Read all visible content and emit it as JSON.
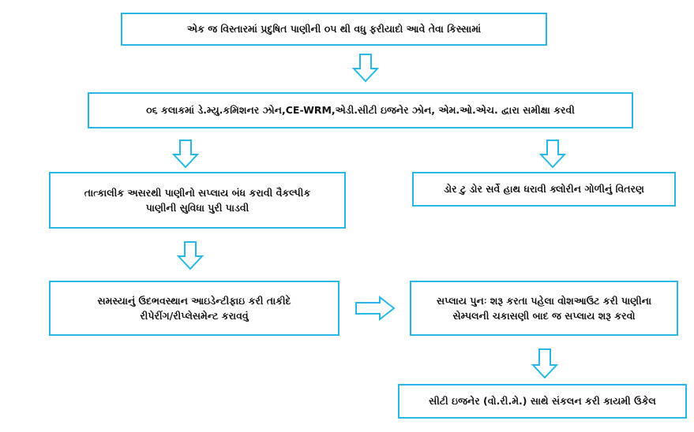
{
  "diagram": {
    "nodes": {
      "top": "એક જ વિસ્તારમાં પ્રદુષિત પાણીની ૦૫ થી વધુ ફરીયાદો આવે તેવા કિસ્સામાં",
      "review": "૦૬ કલાકમાં ડે.મ્યુ.કમિશનર ઝોન,CE-WRM,એડી.સીટી ઇજનેર ઝોન, એમ.ઓ.એચ. દ્વારા સમીક્ષા કરવી",
      "stop_supply_line1": "તાત્કાલીક અસરથી પાણીનો સપ્લાય બંધ કરાવી વૈકલ્પીક",
      "stop_supply_line2": "પાણીની સુવિધા પુરી પાડવી",
      "chlorine": "ડોર ટુ ડોર સર્વે હાથ ધરાવી ક્લોરીન ગોળીનું વિતરણ",
      "identify_line1": "સમસ્યાનું ઉદભવસ્થાન આઇડેન્ટીફાઇ કરી તાકીદે",
      "identify_line2": "રીપેરીંગ/રીપ્લેસમેન્ટ કરાવવું",
      "resume_line1": "સપ્લાય પુનઃ શરૂ કરતા પહેલા વોશઆઉટ કરી પાણીના",
      "resume_line2": "સેમ્પલની ચકાસણી બાદ જ સપ્લાય શરૂ કરવો",
      "permanent": "સીટી ઇજનેર (વો.રી.મે.) સાથે સંકલન કરી કાયમી ઉકેલ"
    },
    "colors": {
      "border": "#29b8e6",
      "arrow": "#29b8e6",
      "text": "#111111"
    }
  }
}
